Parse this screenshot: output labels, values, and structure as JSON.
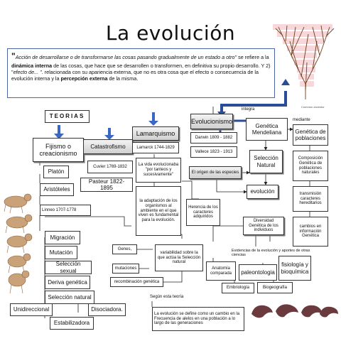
{
  "title": "La evolución",
  "intro": {
    "quote_mark": "\"",
    "quote": "Acción de desarrollarse o de transformarse las cosas pasando gradualmente de un estado a otro\"",
    "t1": " se refiere a la ",
    "b1": "dinámica interna",
    "t2": " de las cosas, que hace que se desarrollen o transformen, en definitiva su propio desarrollo. Y 2) \"",
    "i2": "efecto de... \"",
    "t3": ". relacionada con su apariencia externa, que no es otra cosa que el efecto o consecuencia de la evolución interna y la ",
    "b2": "percepción externa",
    "t4": " de la misma."
  },
  "tree_label": "Common ancestor",
  "links": {
    "integra": "integra",
    "mediante": "mediante",
    "evidencias": "Evidencias de la evolución y aportes de otras ciencias",
    "segun": "Según esta teoría"
  },
  "nodes": {
    "teorias": "TEORIAS",
    "fijismo": "Fijismo o creacionismo",
    "catastrofismo": "Catastrofismo",
    "lamarquismo": "Lamarquismo",
    "lamarck": "Lamarck  1744-1829",
    "evolucionismo": "Evolucionismo",
    "darwin": "Darwin 1809 - 1882",
    "vallece": "Vallece  1823 - 1913",
    "origen": "El origen de las especies",
    "genetica_mendeliana": "Genética Mendeliana",
    "genetica_poblaciones": "Genética de poblaciones",
    "seleccion_natural_main": "Selección Natural",
    "composicion": "Composición Genética de poblaciones naturales",
    "transmision": "transmisión caracteres hereditarios",
    "cambios": "cambios en información Genética",
    "evolucion": "evolución",
    "herencia": "Herencia de los caracteres adquiridos",
    "platon": "Platón",
    "aristoteles": "Aristóteles",
    "linneo": "Linneo  1707-1778",
    "cuvier": "Cuvier 1769-1832",
    "pasteur": "Pasteur 1822-1895",
    "vida": "La vida evolucionaba \"por tanteos y sucesivamente\"",
    "adaptacion": "la adaptación de los organismos al ambiente en el que viven es fundamental para la evolución.",
    "diversidad": "Diversidad Genética de los individuos",
    "migracion": "Migración",
    "mutacion": "Mutación",
    "seleccion_sexual": "Selección sexual",
    "deriva": "Deriva genética",
    "seleccion_natural_low": "Selección natural",
    "unidireccional": "Unidireccional",
    "disociadora": "Disociadora.",
    "estabilizadora": "Estabilizadora",
    "genes": "Genes,",
    "mutaciones": "mutaciones",
    "recombinacion": "recombinación genética",
    "variabilidad": "variabilidad sobre la que actúa la Selección natural",
    "anatomia": "Anatomía comparada",
    "paleontologia": "paleontologia",
    "fisiologia": "fisiología y bioquímica",
    "embriologia": "Embriología",
    "biogeografia": "Biogeografía",
    "definicion": "La evolución se define como un cambio en la Frecuencia de alelos  en una población a lo largo de las generaciones"
  },
  "colors": {
    "arrow_blue": "#3b66c4",
    "dark_blue": "#2a4d9b",
    "quote_border": "#4a66a8",
    "tree_pink": "#f7d7d9",
    "tree_brown": "#6d3f1e"
  },
  "icons": [
    "hominid-skeleton-figure",
    "bird-beak-profile"
  ]
}
